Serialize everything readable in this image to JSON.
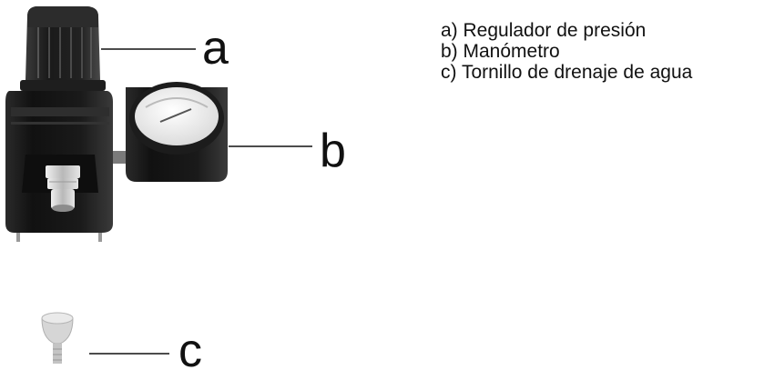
{
  "callouts": {
    "a": "a",
    "b": "b",
    "c": "c"
  },
  "legend": {
    "items": [
      "a) Regulador de presión",
      "b) Manómetro",
      "c) Tornillo de drenaje de agua"
    ]
  },
  "colors": {
    "body_black": "#161616",
    "knob_dark": "#262626",
    "metal": "#c8c8c8",
    "line": "#111111"
  }
}
